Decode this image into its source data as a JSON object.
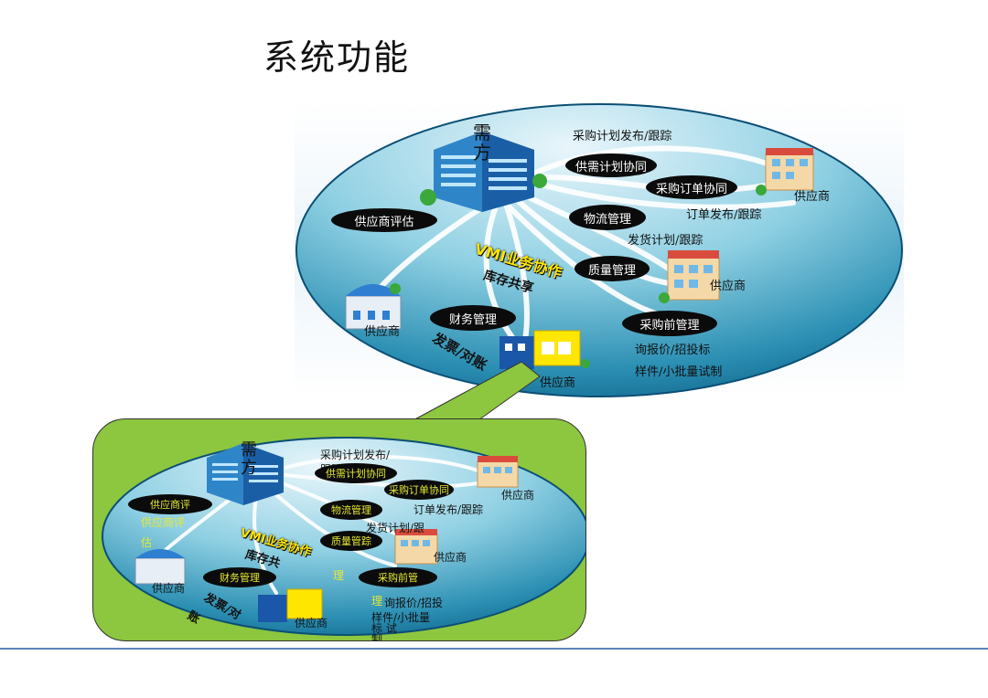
{
  "page": {
    "title": "系统功能"
  },
  "main": {
    "center": "需方",
    "supplier_label": "供应商",
    "nodes": {
      "plan_publish": "采购计划发布/跟踪",
      "demand_plan": "供需计划协同",
      "order_collab": "采购订单协同",
      "order_publish": "订单发布/跟踪",
      "supplier_eval": "供应商评估",
      "logistics": "物流管理",
      "delivery_plan": "发货计划/跟踪",
      "quality": "质量管理",
      "vmi": "VMI业务协作",
      "inventory": "库存共享",
      "finance": "财务管理",
      "pre_purchase": "采购前管理",
      "inquiry": "询报价/招投标",
      "sample": "样件/小批量试制",
      "invoice": "发票/对账"
    }
  },
  "inset": {
    "center": "需方",
    "supplier_label": "供应商",
    "nodes": {
      "plan_publish_a": "采购计划发布/",
      "plan_publish_b": "跟踪",
      "demand_plan": "供需计划协同",
      "order_collab": "采购订单协同",
      "order_publish": "订单发布/跟踪",
      "supplier_eval_a": "供应商评",
      "supplier_eval_b": "估",
      "logistics": "物流管理",
      "delivery_plan": "发货计划/跟",
      "quality_a": "质量管踪",
      "quality_b": "理",
      "vmi": "VMI业务协作",
      "inventory": "库存共",
      "finance": "财务管理",
      "pre_purchase_a": "采购前管",
      "pre_purchase_b": "理",
      "inquiry": "询报价/招投",
      "sample": "样件/小批量",
      "sample_b": "标 试",
      "sample_c": "制",
      "invoice_a": "发票/对",
      "invoice_b": "账"
    }
  },
  "colors": {
    "inset_bg": "#8dc63f",
    "pill_bg": "#0b0b0b",
    "inset_pill_text": "#e4e832",
    "vmi_yellow": "#ffe600",
    "rule": "#5e86b8"
  }
}
